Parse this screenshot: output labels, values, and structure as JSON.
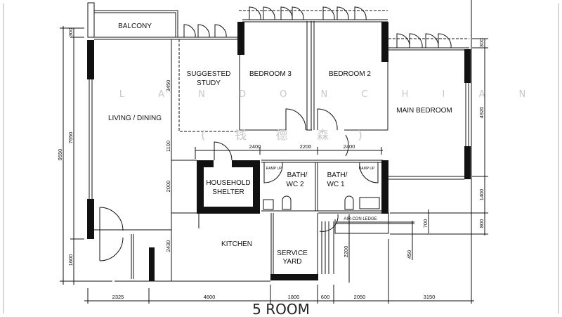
{
  "plan": {
    "title": "5 ROOM",
    "rooms": {
      "balcony": "BALCONY",
      "living_dining": "LIVING  /  DINING",
      "study_line1": "SUGGESTED",
      "study_line2": "STUDY",
      "bedroom3": "BEDROOM  3",
      "bedroom2": "BEDROOM  2",
      "main_bedroom": "MAIN  BEDROOM",
      "shelter_line1": "HOUSEHOLD",
      "shelter_line2": "SHELTER",
      "bath2_line1": "BATH/",
      "bath2_line2": "WC  2",
      "bath1_line1": "BATH/",
      "bath1_line2": "WC  1",
      "kitchen": "KITCHEN",
      "service_line1": "SERVICE",
      "service_line2": "YARD",
      "aircon_ledge": "AIR-CON LEDGE",
      "ramp_up": "RAMP UP"
    },
    "dimensions": {
      "bottom": [
        "2325",
        "4600",
        "1800",
        "600",
        "2050",
        "3150"
      ],
      "left_overall": "9550",
      "left_main": "7650",
      "left_top": "300",
      "left_bottom": "1600",
      "inner_left": [
        "3450",
        "1100",
        "2000",
        "2430"
      ],
      "inner_top": [
        "2400",
        "2200",
        "2400"
      ],
      "right": [
        "300",
        "4920",
        "1400",
        "800"
      ],
      "right_inner": [
        "700",
        "450",
        "2200"
      ]
    },
    "watermark": {
      "latin": "L A N D O N C H I A N",
      "chinese": "( 钱 德 森 )"
    }
  }
}
